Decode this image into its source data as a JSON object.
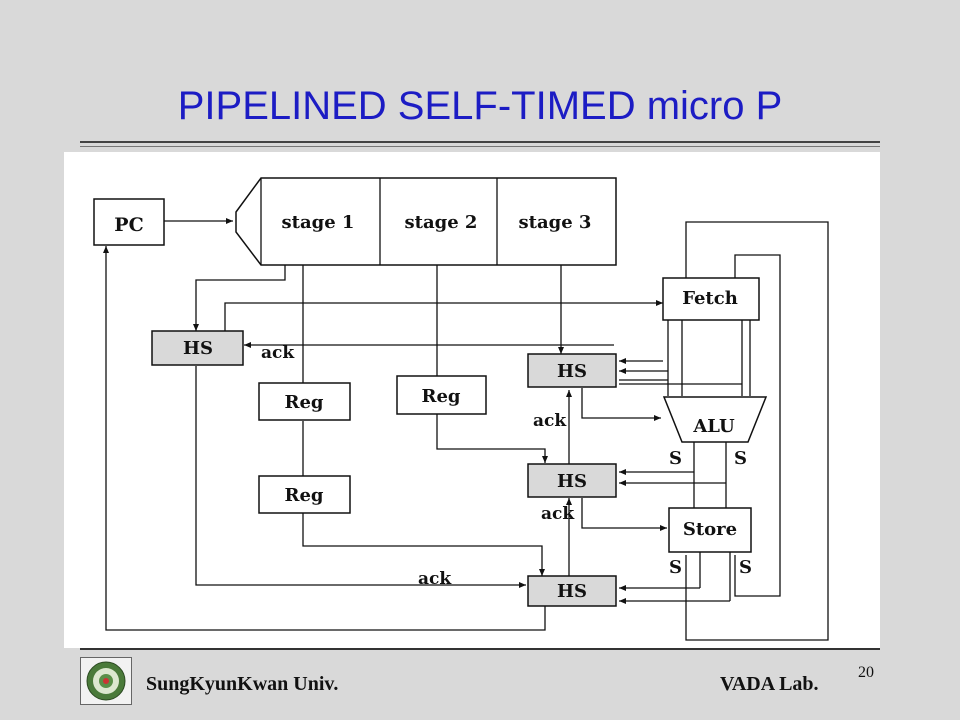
{
  "slide": {
    "title": "PIPELINED SELF-TIMED micro P",
    "footer_left": "SungKyunKwan Univ.",
    "footer_right": "VADA Lab.",
    "page_number": "20",
    "title_color": "#1c1cc4"
  },
  "diagram": {
    "pc": "PC",
    "stage1": "stage 1",
    "stage2": "stage 2",
    "stage3": "stage 3",
    "fetch": "Fetch",
    "alu": "ALU",
    "store": "Store",
    "hs": "HS",
    "reg": "Reg",
    "ack": "ack",
    "s": "S"
  }
}
